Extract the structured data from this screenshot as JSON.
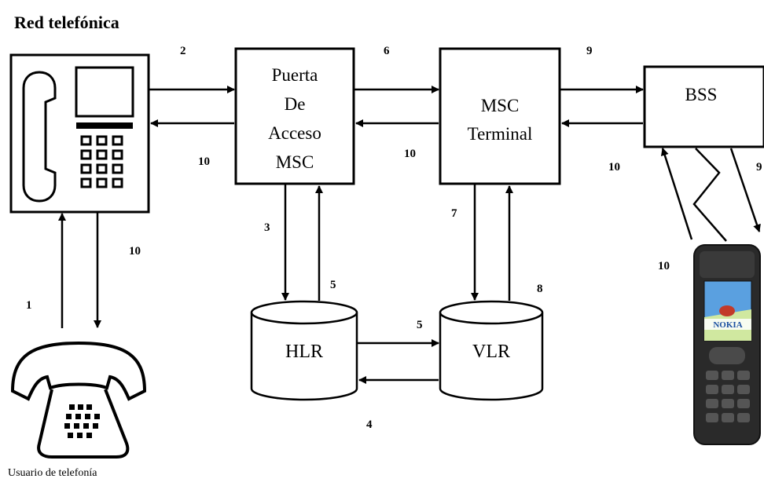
{
  "title": "Red telefónica",
  "caption": "Usuario de telefonía",
  "nodes": {
    "gateway": [
      "Puerta",
      "De",
      "Acceso",
      "MSC"
    ],
    "msc_terminal": [
      "MSC",
      "Terminal"
    ],
    "bss": "BSS",
    "hlr": "HLR",
    "vlr": "VLR",
    "phone_brand": "NOKIA"
  },
  "step_labels": {
    "s1": "1",
    "s2": "2",
    "s3": "3",
    "s4": "4",
    "s5a": "5",
    "s5b": "5",
    "s6": "6",
    "s7": "7",
    "s8": "8",
    "s9a": "9",
    "s9b": "9",
    "s10_switch_down": "10",
    "s10_switch_back": "10",
    "s10_gateway_back": "10",
    "s10_bss_back": "10",
    "s10_mobile_up": "10"
  },
  "colors": {
    "line": "#000000",
    "background": "#ffffff",
    "phone_body": "#2a2a2a",
    "phone_screen_sky": "#5aa0e0"
  }
}
